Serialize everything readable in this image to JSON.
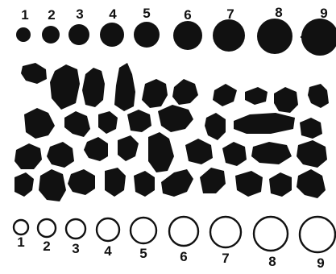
{
  "figure": {
    "colors": {
      "ink": "#111111",
      "paper": "#ffffff"
    },
    "top_row": {
      "labels": [
        "1",
        "2",
        "3",
        "4",
        "5",
        "6",
        "7",
        "8",
        "9"
      ]
    },
    "bottom_row": {
      "labels": [
        "1",
        "2",
        "3",
        "4",
        "5",
        "6",
        "7",
        "8",
        "9"
      ]
    }
  }
}
